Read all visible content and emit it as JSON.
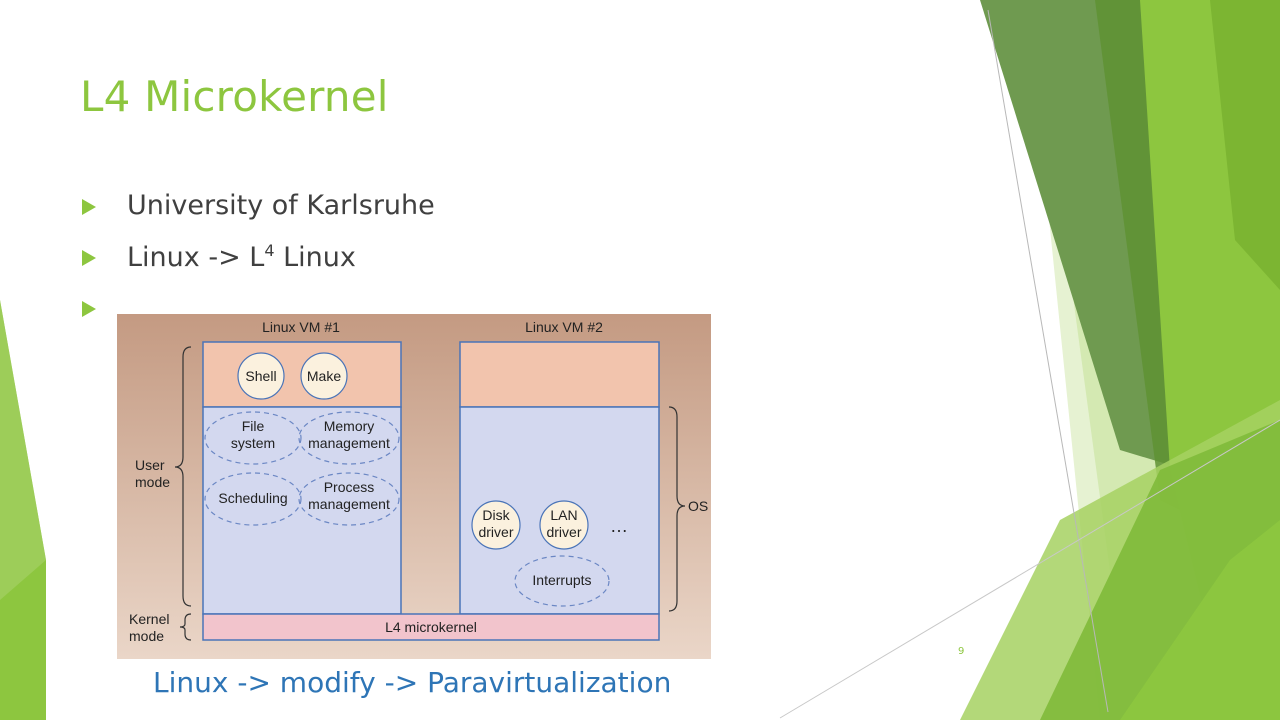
{
  "slide": {
    "title": "L4 Microkernel",
    "bullets": [
      {
        "text": "University of Karlsruhe"
      },
      {
        "prefix": "Linux -> L",
        "sup": "4",
        "suffix": " Linux"
      },
      {
        "text": ""
      }
    ],
    "caption": "Linux -> modify -> Paravirtualization",
    "page_number": "9"
  },
  "diagram": {
    "vm1_title": "Linux VM #1",
    "vm2_title": "Linux VM #2",
    "shell": "Shell",
    "make": "Make",
    "file_system": [
      "File",
      "system"
    ],
    "memory_management": [
      "Memory",
      "management"
    ],
    "scheduling": "Scheduling",
    "process_management": [
      "Process",
      "management"
    ],
    "disk_driver": [
      "Disk",
      "driver"
    ],
    "lan_driver": [
      "LAN",
      "driver"
    ],
    "ellipsis": "…",
    "interrupts": "Interrupts",
    "user_mode": [
      "User",
      "mode"
    ],
    "kernel_mode": [
      "Kernel",
      "mode"
    ],
    "os_label": "OS",
    "microkernel": "L4 microkernel"
  },
  "colors": {
    "accent_green": "#8dc63f",
    "caption_blue": "#2e75b6",
    "diagram_bg_top": "#c49a82",
    "vm_user_area": "#f2c4ad",
    "vm_os_area": "#d3d8ef",
    "microkernel_bar": "#f2c4cc",
    "box_border": "#4a74b8",
    "circle_fill": "#fbf1de"
  }
}
